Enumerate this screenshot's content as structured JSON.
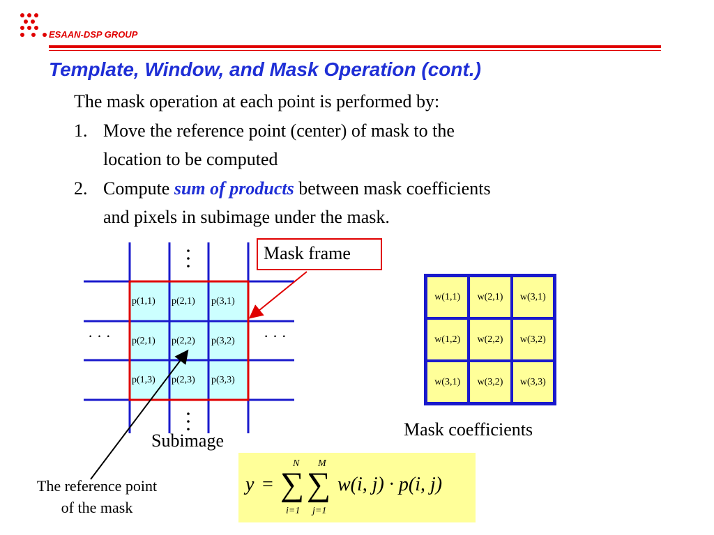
{
  "header": {
    "org": "ESAAN-DSP GROUP",
    "title": "Template, Window, and Mask Operation (cont.)"
  },
  "body": {
    "intro": "The mask operation at each point is performed by:",
    "step1_num": "1.",
    "step1_line1": "Move the reference point (center) of mask to the",
    "step1_line2": "location to be computed",
    "step2_num": "2.",
    "step2_pre": "Compute ",
    "step2_emph": "sum of products",
    "step2_post": " between mask coefficients",
    "step2_line2": "and pixels in subimage under the mask."
  },
  "subimage": {
    "cells": [
      "p(1,1)",
      "p(2,1)",
      "p(3,1)",
      "p(2,1)",
      "p(2,2)",
      "p(3,2)",
      "p(1,3)",
      "p(2,3)",
      "p(3,3)"
    ],
    "ellipsis_h": "· · ·",
    "caption": "Subimage"
  },
  "mask_frame_label": "Mask frame",
  "coefficients": {
    "cells": [
      "w(1,1)",
      "w(2,1)",
      "w(3,1)",
      "w(1,2)",
      "w(2,2)",
      "w(3,2)",
      "w(3,1)",
      "w(3,2)",
      "w(3,3)"
    ],
    "caption": "Mask coefficients"
  },
  "reference": {
    "line1": "The reference point",
    "line2": "of the mask"
  },
  "formula": {
    "y": "y",
    "eq": "=",
    "sum1_top": "N",
    "sum1_bottom": "i=1",
    "sum2_top": "M",
    "sum2_bottom": "j=1",
    "sigma": "∑",
    "body": "w(i, j) · p(i, j)"
  },
  "colors": {
    "red": "#e00000",
    "blue": "#1a1acc",
    "title_blue": "#1f2fd6",
    "cyan": "#ccffff",
    "yellow": "#ffff99"
  }
}
